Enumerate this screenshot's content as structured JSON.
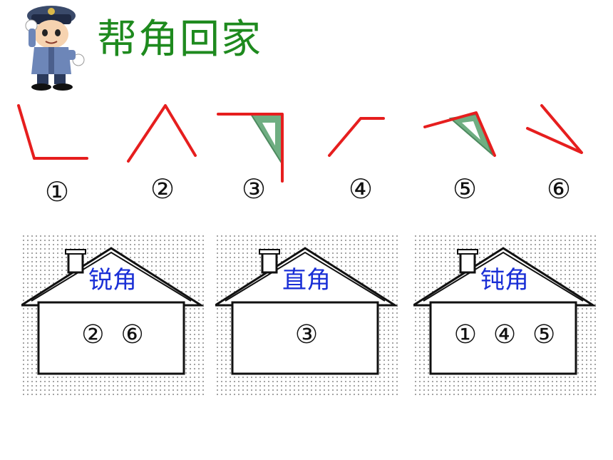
{
  "title": "帮角回家",
  "mascot": {
    "icon": "police-officer-mascot-icon"
  },
  "angles": [
    {
      "label": "①"
    },
    {
      "label": "②"
    },
    {
      "label": "③"
    },
    {
      "label": "④"
    },
    {
      "label": "⑤"
    },
    {
      "label": "⑥"
    }
  ],
  "houses": [
    {
      "label": "锐角",
      "members": "②  ⑥"
    },
    {
      "label": "直角",
      "members": "③"
    },
    {
      "label": "钝角",
      "members": "①  ④  ⑤"
    }
  ],
  "colors": {
    "title": "#1e8a1e",
    "angle_line": "#e61e1e",
    "set_square": "#6fae82",
    "house_label": "#1a2fd6"
  }
}
